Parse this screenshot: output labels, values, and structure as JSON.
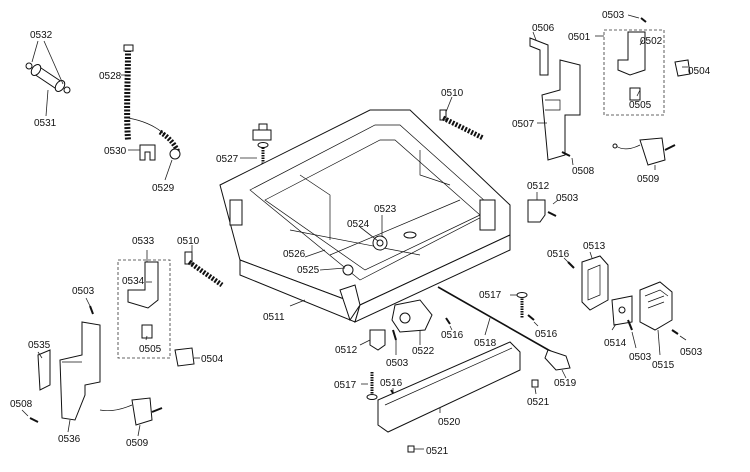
{
  "diagram": {
    "labels": [
      {
        "id": "0532a",
        "text": "0532"
      },
      {
        "id": "0531",
        "text": "0531"
      },
      {
        "id": "0528",
        "text": "0528"
      },
      {
        "id": "0530",
        "text": "0530"
      },
      {
        "id": "0529",
        "text": "0529"
      },
      {
        "id": "0527",
        "text": "0527"
      },
      {
        "id": "0510a",
        "text": "0510"
      },
      {
        "id": "0506",
        "text": "0506"
      },
      {
        "id": "0503a",
        "text": "0503"
      },
      {
        "id": "0501",
        "text": "0501"
      },
      {
        "id": "0502",
        "text": "0502"
      },
      {
        "id": "0504a",
        "text": "0504"
      },
      {
        "id": "0505a",
        "text": "0505"
      },
      {
        "id": "0507",
        "text": "0507"
      },
      {
        "id": "0508a",
        "text": "0508"
      },
      {
        "id": "0509a",
        "text": "0509"
      },
      {
        "id": "0512a",
        "text": "0512"
      },
      {
        "id": "0503b",
        "text": "0503"
      },
      {
        "id": "0523",
        "text": "0523"
      },
      {
        "id": "0524",
        "text": "0524"
      },
      {
        "id": "0526",
        "text": "0526"
      },
      {
        "id": "0525",
        "text": "0525"
      },
      {
        "id": "0533",
        "text": "0533"
      },
      {
        "id": "0510b",
        "text": "0510"
      },
      {
        "id": "0534",
        "text": "0534"
      },
      {
        "id": "0503c",
        "text": "0503"
      },
      {
        "id": "0505b",
        "text": "0505"
      },
      {
        "id": "0504b",
        "text": "0504"
      },
      {
        "id": "0535",
        "text": "0535"
      },
      {
        "id": "0508b",
        "text": "0508"
      },
      {
        "id": "0536",
        "text": "0536"
      },
      {
        "id": "0509b",
        "text": "0509"
      },
      {
        "id": "0511",
        "text": "0511"
      },
      {
        "id": "0512b",
        "text": "0512"
      },
      {
        "id": "0503d",
        "text": "0503"
      },
      {
        "id": "0522",
        "text": "0522"
      },
      {
        "id": "0516a",
        "text": "0516"
      },
      {
        "id": "0517a",
        "text": "0517"
      },
      {
        "id": "0516b",
        "text": "0516"
      },
      {
        "id": "0518",
        "text": "0518"
      },
      {
        "id": "0517b",
        "text": "0517"
      },
      {
        "id": "0516c",
        "text": "0516"
      },
      {
        "id": "0519",
        "text": "0519"
      },
      {
        "id": "0521a",
        "text": "0521"
      },
      {
        "id": "0520",
        "text": "0520"
      },
      {
        "id": "0521b",
        "text": "0521"
      },
      {
        "id": "0516d",
        "text": "0516"
      },
      {
        "id": "0513",
        "text": "0513"
      },
      {
        "id": "0514",
        "text": "0514"
      },
      {
        "id": "0503e",
        "text": "0503"
      },
      {
        "id": "0515",
        "text": "0515"
      },
      {
        "id": "0503f",
        "text": "0503"
      }
    ]
  }
}
